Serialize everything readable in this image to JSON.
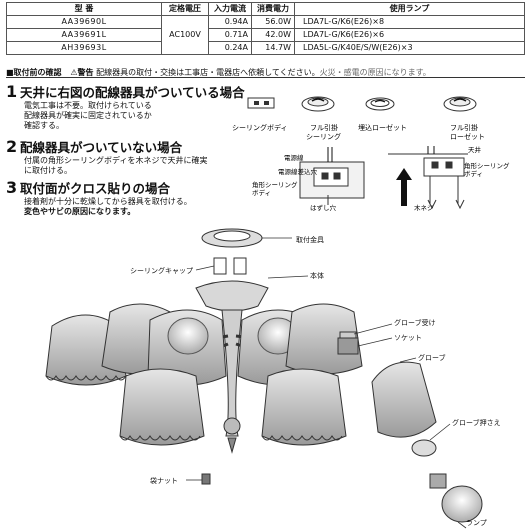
{
  "spec_table": {
    "headers": [
      "型 番",
      "定格電圧",
      "入力電流",
      "消費電力",
      "使用ランプ"
    ],
    "rows": [
      {
        "model": "AA39690L",
        "current": "0.94A",
        "power": "56.0W",
        "lamp": "LDA7L-G/K6(E26)×8"
      },
      {
        "model": "AA39691L",
        "current": "0.71A",
        "power": "42.0W",
        "lamp": "LDA7L-G/K6(E26)×6"
      },
      {
        "model": "AH39693L",
        "current": "0.24A",
        "power": "14.7W",
        "lamp": "LDA5L-G/K40E/S/W(E26)×3"
      }
    ],
    "voltage": "AC100V"
  },
  "confirm_bar": {
    "title": "■取付前の確認",
    "warning_mark": "⚠警告",
    "warning_text": "配線器具の取付・交換は工事店・電器店へ依頼してください。",
    "warning_tail": "火災・感電の原因になります。"
  },
  "steps": [
    {
      "num": "1",
      "title": "天井に右図の配線器具がついている場合",
      "lines": [
        "電気工事は不要。取付けられている",
        "配線器具が確実に固定されているか",
        "確認する。"
      ]
    },
    {
      "num": "2",
      "title": "配線器具がついていない場合",
      "lines": [
        "付属の角形シーリングボディを木ネジで天井に確実",
        "に取付ける。"
      ]
    },
    {
      "num": "3",
      "title": "取付面がクロス貼りの場合",
      "lines": [
        "接着剤が十分に乾燥してから器具を取付ける。"
      ],
      "bold_line": "変色やサビの原因になります。"
    }
  ],
  "devices": {
    "ceiling_body": "シーリングボディ",
    "full_hook_1": "フル引掛\nシーリング",
    "embed_rosette": "埋込ローゼット",
    "full_hook_2": "フル引掛\nローゼット"
  },
  "install_labels": {
    "power_line": "電源線",
    "insert_hole": "電源線差込穴",
    "square_body": "角形シーリング\nボディ",
    "remove_hole": "はずし穴",
    "ceiling": "天井",
    "square_body_2": "角形シーリング\nボディ",
    "wood_screw": "木ネジ"
  },
  "parts": {
    "mount_bracket": "取付金具",
    "ceiling_cap": "シーリングキャップ",
    "main_body": "本体",
    "globe_holder": "グローブ受け",
    "socket": "ソケット",
    "globe": "グローブ",
    "globe_retainer": "グローブ押さえ",
    "bag_nut": "袋ナット",
    "lamp": "ランプ"
  }
}
